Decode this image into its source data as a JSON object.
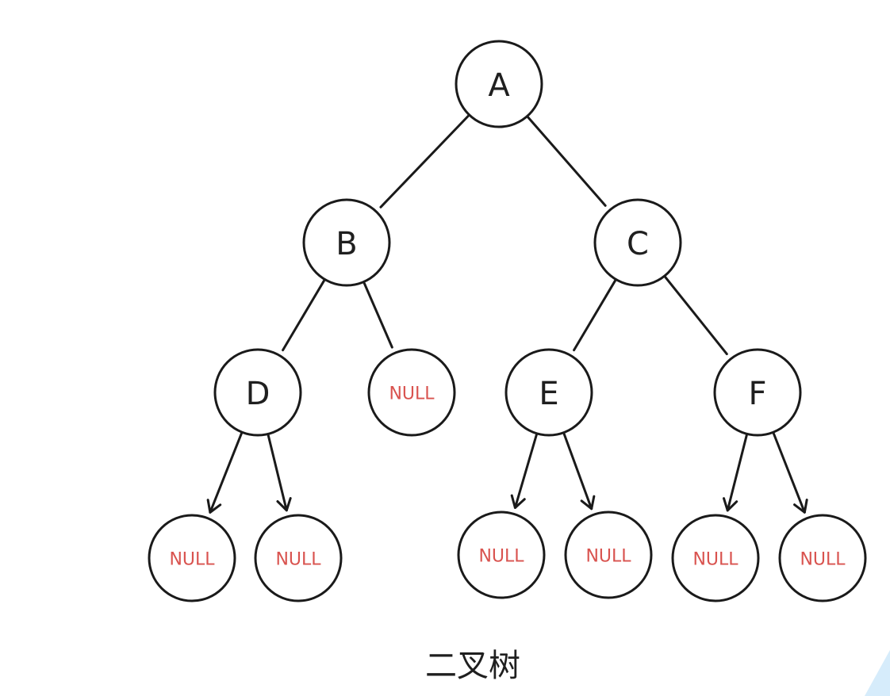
{
  "caption": "二叉树",
  "colors": {
    "null_text": "#d9534f",
    "corner_accent": "#d6ecfb"
  },
  "nodes": [
    {
      "id": "A",
      "label": "A",
      "null": false
    },
    {
      "id": "B",
      "label": "B",
      "null": false
    },
    {
      "id": "C",
      "label": "C",
      "null": false
    },
    {
      "id": "D",
      "label": "D",
      "null": false
    },
    {
      "id": "B-right",
      "label": "NULL",
      "null": true
    },
    {
      "id": "E",
      "label": "E",
      "null": false
    },
    {
      "id": "F",
      "label": "F",
      "null": false
    },
    {
      "id": "D-left",
      "label": "NULL",
      "null": true
    },
    {
      "id": "D-right",
      "label": "NULL",
      "null": true
    },
    {
      "id": "E-left",
      "label": "NULL",
      "null": true
    },
    {
      "id": "E-right",
      "label": "NULL",
      "null": true
    },
    {
      "id": "F-left",
      "label": "NULL",
      "null": true
    },
    {
      "id": "F-right",
      "label": "NULL",
      "null": true
    }
  ],
  "edges": [
    {
      "from": "A",
      "to": "B",
      "arrow": false
    },
    {
      "from": "A",
      "to": "C",
      "arrow": false
    },
    {
      "from": "B",
      "to": "D",
      "arrow": false
    },
    {
      "from": "B",
      "to": "B-right",
      "arrow": false
    },
    {
      "from": "C",
      "to": "E",
      "arrow": false
    },
    {
      "from": "C",
      "to": "F",
      "arrow": false
    },
    {
      "from": "D",
      "to": "D-left",
      "arrow": true
    },
    {
      "from": "D",
      "to": "D-right",
      "arrow": true
    },
    {
      "from": "E",
      "to": "E-left",
      "arrow": true
    },
    {
      "from": "E",
      "to": "E-right",
      "arrow": true
    },
    {
      "from": "F",
      "to": "F-left",
      "arrow": true
    },
    {
      "from": "F",
      "to": "F-right",
      "arrow": true
    }
  ]
}
